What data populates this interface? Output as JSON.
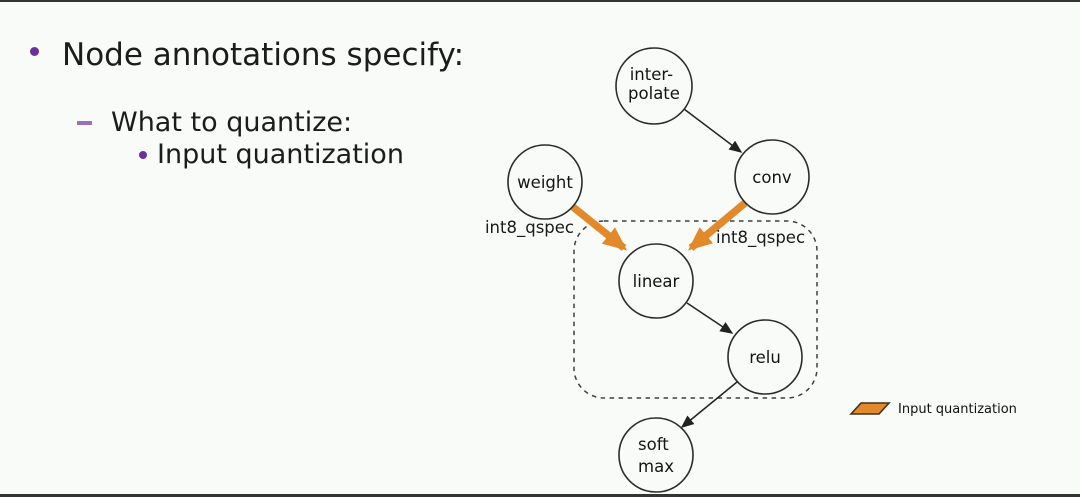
{
  "slide": {
    "title_bullet": "Node annotations specify:",
    "sub_bullet": "What to quantize:",
    "sub_sub_bullet": "Input quantization"
  },
  "colors": {
    "bullet_purple": "#6b2f9e",
    "dash_purple": "#9a6fc0",
    "arrow_orange": "#e2892b",
    "node_stroke": "#2b2b2b",
    "background": "#f8fbf7"
  },
  "diagram": {
    "nodes": [
      {
        "id": "interpolate",
        "lines": [
          "inter-",
          "polate"
        ]
      },
      {
        "id": "weight",
        "lines": [
          "weight"
        ]
      },
      {
        "id": "conv",
        "lines": [
          "conv"
        ]
      },
      {
        "id": "linear",
        "lines": [
          "linear"
        ]
      },
      {
        "id": "relu",
        "lines": [
          "relu"
        ]
      },
      {
        "id": "softmax",
        "lines": [
          "soft",
          "max"
        ]
      }
    ],
    "edges": [
      {
        "from": "interpolate",
        "to": "conv",
        "type": "dataflow"
      },
      {
        "from": "weight",
        "to": "linear",
        "type": "input-quantization"
      },
      {
        "from": "conv",
        "to": "linear",
        "type": "input-quantization"
      },
      {
        "from": "linear",
        "to": "relu",
        "type": "dataflow"
      },
      {
        "from": "relu",
        "to": "softmax",
        "type": "dataflow"
      }
    ],
    "edge_labels": {
      "weight_linear": "int8_qspec",
      "conv_linear": "int8_qspec"
    }
  },
  "legend": {
    "label": "Input quantization"
  }
}
